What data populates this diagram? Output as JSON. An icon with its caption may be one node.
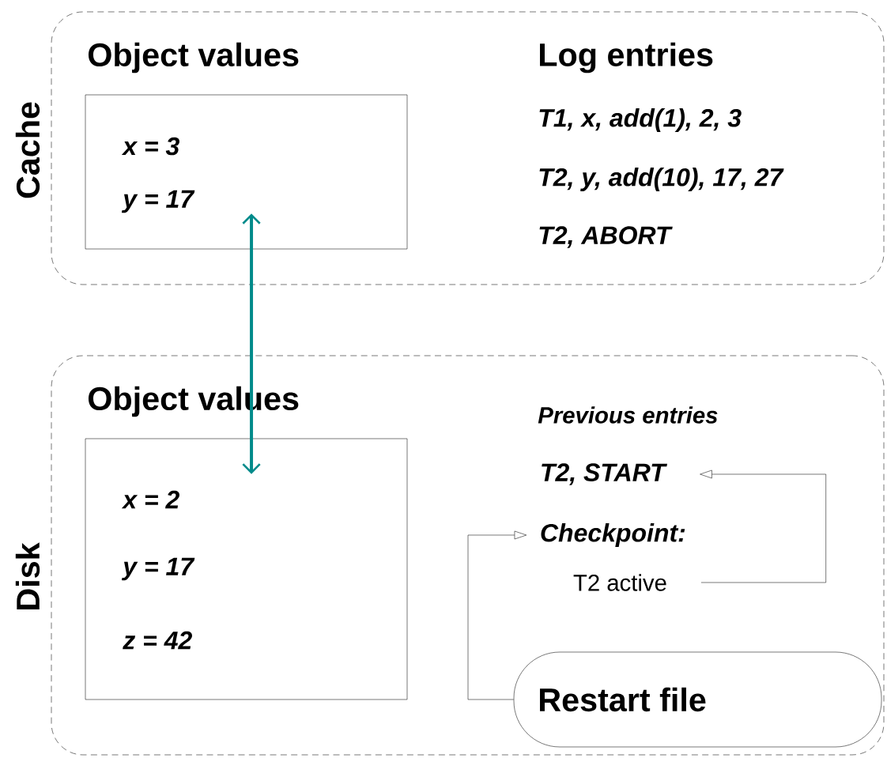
{
  "diagram": {
    "nodes": [
      {
        "text": [
          "Cache"
        ]
      },
      {
        "text": [
          "Object values",
          "x = 3",
          "y = 17"
        ],
        "in": 0
      },
      {
        "text": [
          "Disk"
        ]
      },
      {
        "text": [
          "Object values",
          "x = 2",
          "y = 17",
          "z = 42"
        ],
        "in": 2
      },
      {
        "text": [
          "T2, START"
        ],
        "in": 2
      },
      {
        "text": [
          "Checkpoint:"
        ],
        "in": 2
      },
      {
        "text": [
          "T2 active"
        ],
        "in": 2
      },
      {
        "text": [
          "Restart file"
        ],
        "in": 2
      }
    ],
    "edges": [
      {
        "from": 1,
        "to": 3,
        "arrow": "both",
        "color": "#008b8b",
        "style": "thick"
      },
      {
        "from": 6,
        "to": 4,
        "arrow": "to"
      },
      {
        "from": 7,
        "to": 5,
        "arrow": "to"
      }
    ],
    "labels": [
      "Log entries",
      "T1, x, add(1), 2, 3",
      "T2, y, add(10), 17, 27",
      "T2, ABORT",
      "Previous entries"
    ]
  }
}
